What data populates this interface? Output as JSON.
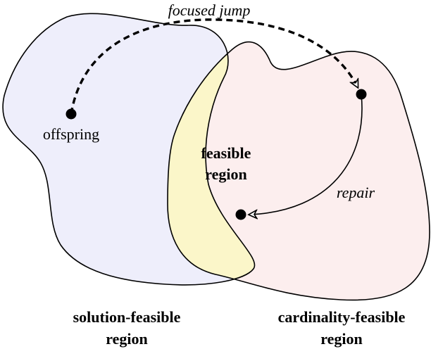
{
  "labels": {
    "focused_jump": "focused jump",
    "offspring": "offspring",
    "feasible_region_line1": "feasible",
    "feasible_region_line2": "region",
    "repair": "repair",
    "solution_feasible_line1": "solution-feasible",
    "solution_feasible_line2": "region",
    "cardinality_feasible_line1": "cardinality-feasible",
    "cardinality_feasible_line2": "region"
  },
  "colors": {
    "solution_region_fill": "#eeeefb",
    "cardinality_region_fill": "#fceeee",
    "feasible_region_fill": "#fbf6c9",
    "outline": "#000000"
  }
}
